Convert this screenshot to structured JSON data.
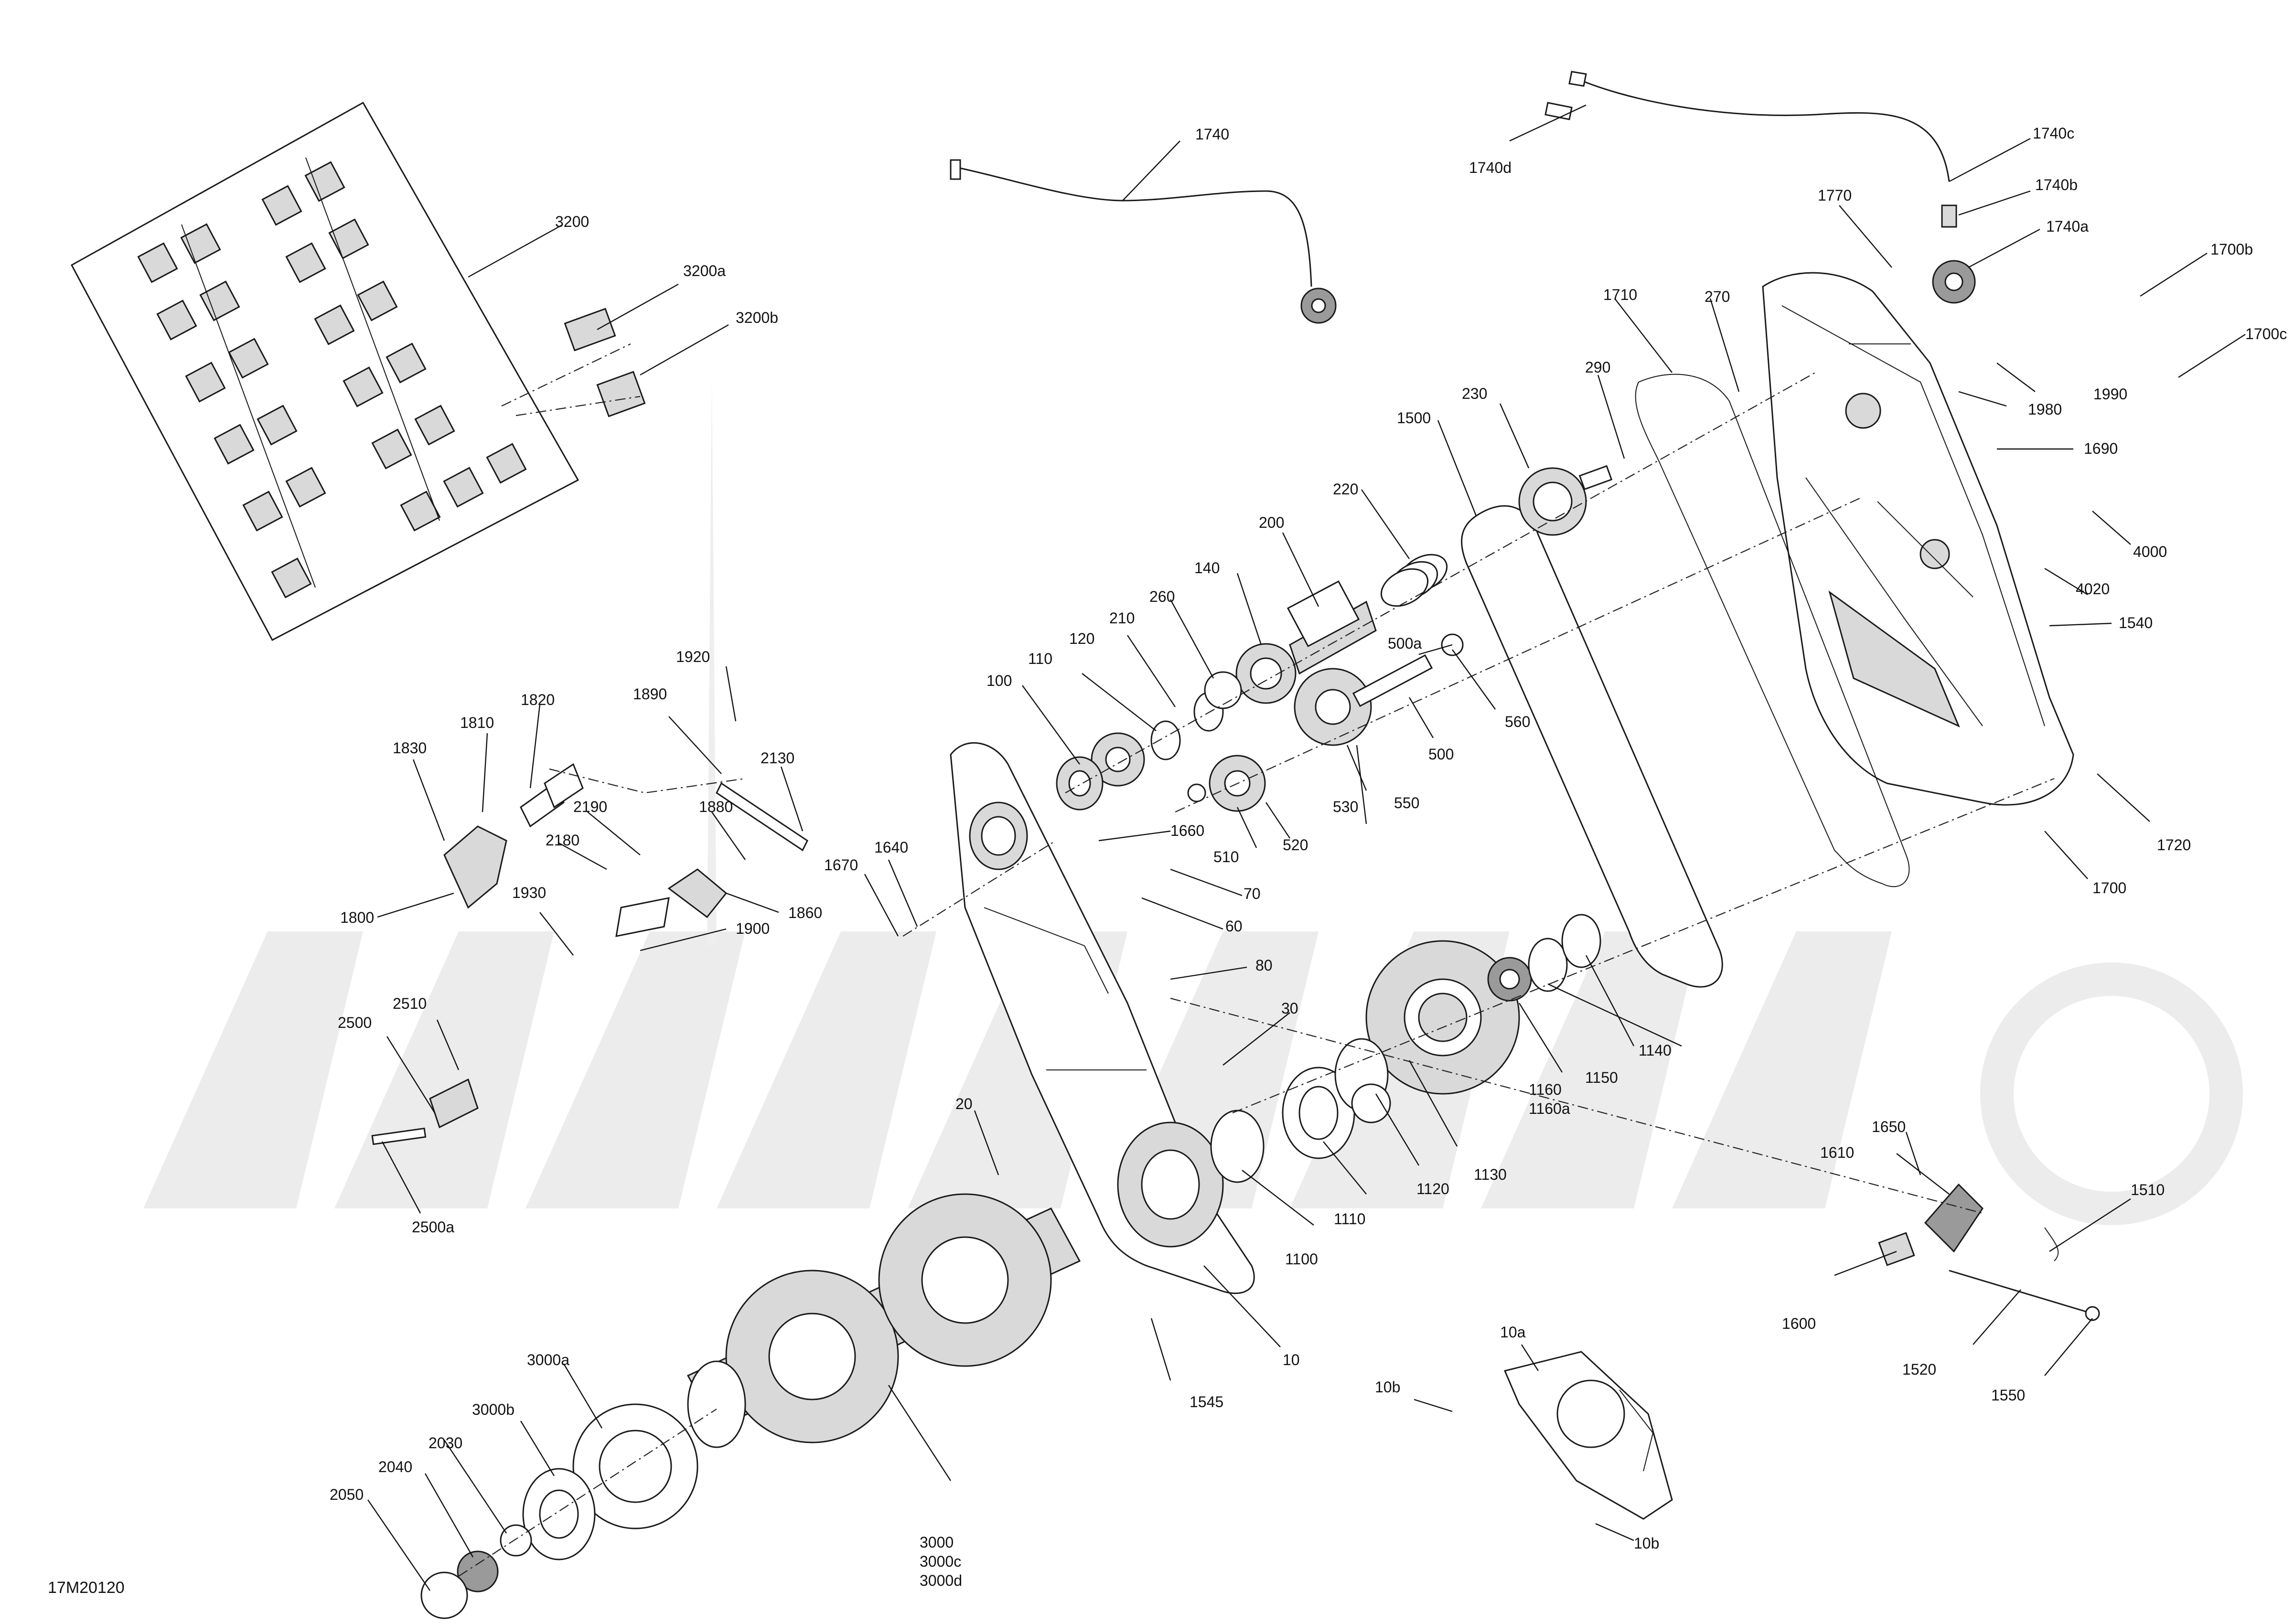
{
  "diagram": {
    "drawing_id": "17M20120",
    "watermark": "",
    "callouts": [
      {
        "id": "3200",
        "label": "3200"
      },
      {
        "id": "3200a",
        "label": "3200a"
      },
      {
        "id": "3200b",
        "label": "3200b"
      },
      {
        "id": "1740",
        "label": "1740"
      },
      {
        "id": "1740c",
        "label": "1740c"
      },
      {
        "id": "1740d",
        "label": "1740d"
      },
      {
        "id": "1740b",
        "label": "1740b"
      },
      {
        "id": "1770",
        "label": "1770"
      },
      {
        "id": "1740a",
        "label": "1740a"
      },
      {
        "id": "1700b",
        "label": "1700b"
      },
      {
        "id": "1700c",
        "label": "1700c"
      },
      {
        "id": "1710",
        "label": "1710"
      },
      {
        "id": "270",
        "label": "270"
      },
      {
        "id": "1990",
        "label": "1990"
      },
      {
        "id": "1980",
        "label": "1980"
      },
      {
        "id": "290",
        "label": "290"
      },
      {
        "id": "1690",
        "label": "1690"
      },
      {
        "id": "230",
        "label": "230"
      },
      {
        "id": "1500",
        "label": "1500"
      },
      {
        "id": "4000",
        "label": "4000"
      },
      {
        "id": "220",
        "label": "220"
      },
      {
        "id": "4020",
        "label": "4020"
      },
      {
        "id": "200",
        "label": "200"
      },
      {
        "id": "1540",
        "label": "1540"
      },
      {
        "id": "140",
        "label": "140"
      },
      {
        "id": "500a",
        "label": "500a"
      },
      {
        "id": "260",
        "label": "260"
      },
      {
        "id": "210",
        "label": "210"
      },
      {
        "id": "120",
        "label": "120"
      },
      {
        "id": "560",
        "label": "560"
      },
      {
        "id": "110",
        "label": "110"
      },
      {
        "id": "500",
        "label": "500"
      },
      {
        "id": "100",
        "label": "100"
      },
      {
        "id": "1920",
        "label": "1920"
      },
      {
        "id": "530",
        "label": "530"
      },
      {
        "id": "1820",
        "label": "1820"
      },
      {
        "id": "1890",
        "label": "1890"
      },
      {
        "id": "1810",
        "label": "1810"
      },
      {
        "id": "550",
        "label": "550"
      },
      {
        "id": "1830",
        "label": "1830"
      },
      {
        "id": "2130",
        "label": "2130"
      },
      {
        "id": "1720",
        "label": "1720"
      },
      {
        "id": "510",
        "label": "510"
      },
      {
        "id": "520",
        "label": "520"
      },
      {
        "id": "1660",
        "label": "1660"
      },
      {
        "id": "2190",
        "label": "2190"
      },
      {
        "id": "1880",
        "label": "1880"
      },
      {
        "id": "2180",
        "label": "2180"
      },
      {
        "id": "1700",
        "label": "1700"
      },
      {
        "id": "1640",
        "label": "1640"
      },
      {
        "id": "1670",
        "label": "1670"
      },
      {
        "id": "70",
        "label": "70"
      },
      {
        "id": "1930",
        "label": "1930"
      },
      {
        "id": "1860",
        "label": "1860"
      },
      {
        "id": "1800",
        "label": "1800"
      },
      {
        "id": "60",
        "label": "60"
      },
      {
        "id": "1900",
        "label": "1900"
      },
      {
        "id": "1140",
        "label": "1140"
      },
      {
        "id": "80",
        "label": "80"
      },
      {
        "id": "1160",
        "label": "1160"
      },
      {
        "id": "1160a",
        "label": "1160a"
      },
      {
        "id": "1150",
        "label": "1150"
      },
      {
        "id": "2510",
        "label": "2510"
      },
      {
        "id": "2500",
        "label": "2500"
      },
      {
        "id": "30",
        "label": "30"
      },
      {
        "id": "1650",
        "label": "1650"
      },
      {
        "id": "1610",
        "label": "1610"
      },
      {
        "id": "1130",
        "label": "1130"
      },
      {
        "id": "1120",
        "label": "1120"
      },
      {
        "id": "20",
        "label": "20"
      },
      {
        "id": "1510",
        "label": "1510"
      },
      {
        "id": "1110",
        "label": "1110"
      },
      {
        "id": "2500a",
        "label": "2500a"
      },
      {
        "id": "1100",
        "label": "1100"
      },
      {
        "id": "1600",
        "label": "1600"
      },
      {
        "id": "10a",
        "label": "10a"
      },
      {
        "id": "10",
        "label": "10"
      },
      {
        "id": "3000a",
        "label": "3000a"
      },
      {
        "id": "1520",
        "label": "1520"
      },
      {
        "id": "10b-top",
        "label": "10b"
      },
      {
        "id": "1545",
        "label": "1545"
      },
      {
        "id": "1550",
        "label": "1550"
      },
      {
        "id": "3000b",
        "label": "3000b"
      },
      {
        "id": "2030",
        "label": "2030"
      },
      {
        "id": "2040",
        "label": "2040"
      },
      {
        "id": "2050",
        "label": "2050"
      },
      {
        "id": "10b-bottom",
        "label": "10b"
      },
      {
        "id": "3000",
        "label": "3000"
      },
      {
        "id": "3000c",
        "label": "3000c"
      },
      {
        "id": "3000d",
        "label": "3000d"
      }
    ]
  }
}
